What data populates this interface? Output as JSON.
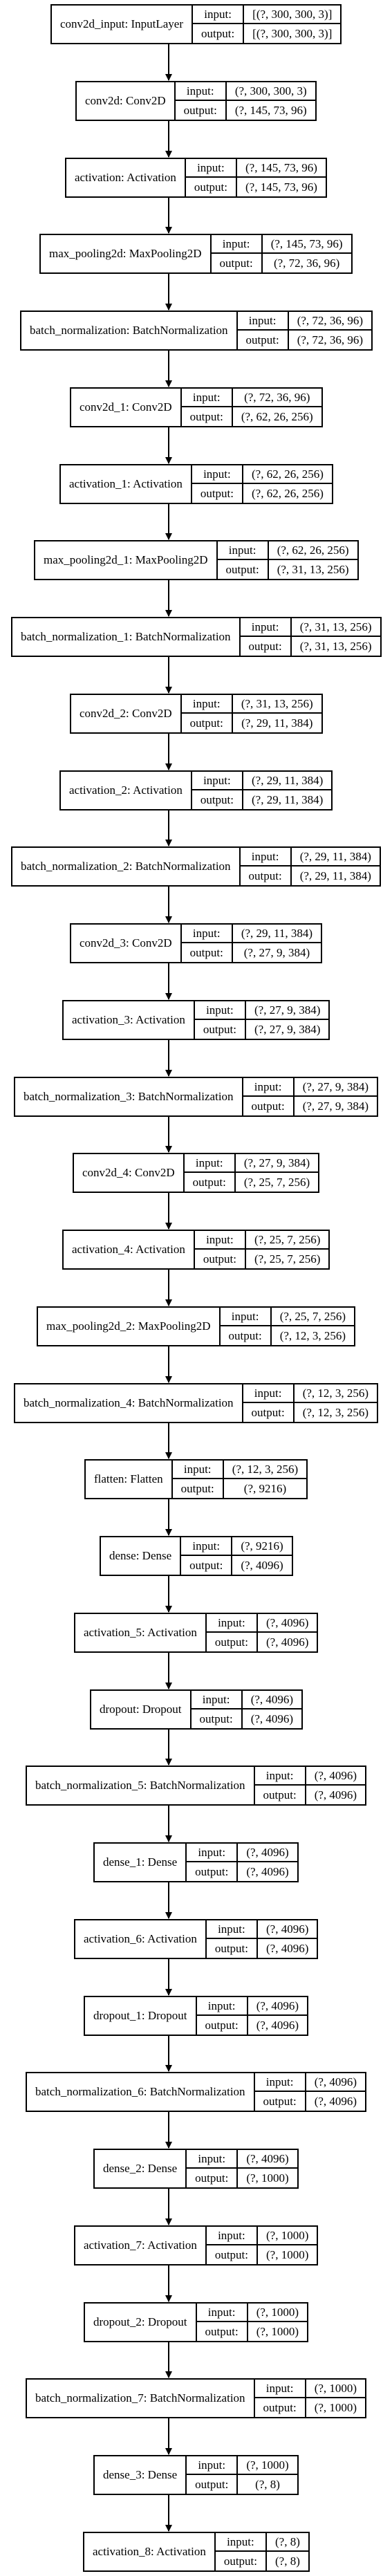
{
  "labels": {
    "input": "input:",
    "output": "output:"
  },
  "nodes": [
    {
      "name": "conv2d_input: InputLayer",
      "input": "[(?, 300, 300, 3)]",
      "output": "[(?, 300, 300, 3)]"
    },
    {
      "name": "conv2d: Conv2D",
      "input": "(?, 300, 300, 3)",
      "output": "(?, 145, 73, 96)"
    },
    {
      "name": "activation: Activation",
      "input": "(?, 145, 73, 96)",
      "output": "(?, 145, 73, 96)"
    },
    {
      "name": "max_pooling2d: MaxPooling2D",
      "input": "(?, 145, 73, 96)",
      "output": "(?, 72, 36, 96)"
    },
    {
      "name": "batch_normalization: BatchNormalization",
      "input": "(?, 72, 36, 96)",
      "output": "(?, 72, 36, 96)"
    },
    {
      "name": "conv2d_1: Conv2D",
      "input": "(?, 72, 36, 96)",
      "output": "(?, 62, 26, 256)"
    },
    {
      "name": "activation_1: Activation",
      "input": "(?, 62, 26, 256)",
      "output": "(?, 62, 26, 256)"
    },
    {
      "name": "max_pooling2d_1: MaxPooling2D",
      "input": "(?, 62, 26, 256)",
      "output": "(?, 31, 13, 256)"
    },
    {
      "name": "batch_normalization_1: BatchNormalization",
      "input": "(?, 31, 13, 256)",
      "output": "(?, 31, 13, 256)"
    },
    {
      "name": "conv2d_2: Conv2D",
      "input": "(?, 31, 13, 256)",
      "output": "(?, 29, 11, 384)"
    },
    {
      "name": "activation_2: Activation",
      "input": "(?, 29, 11, 384)",
      "output": "(?, 29, 11, 384)"
    },
    {
      "name": "batch_normalization_2: BatchNormalization",
      "input": "(?, 29, 11, 384)",
      "output": "(?, 29, 11, 384)"
    },
    {
      "name": "conv2d_3: Conv2D",
      "input": "(?, 29, 11, 384)",
      "output": "(?, 27, 9, 384)"
    },
    {
      "name": "activation_3: Activation",
      "input": "(?, 27, 9, 384)",
      "output": "(?, 27, 9, 384)"
    },
    {
      "name": "batch_normalization_3: BatchNormalization",
      "input": "(?, 27, 9, 384)",
      "output": "(?, 27, 9, 384)"
    },
    {
      "name": "conv2d_4: Conv2D",
      "input": "(?, 27, 9, 384)",
      "output": "(?, 25, 7, 256)"
    },
    {
      "name": "activation_4: Activation",
      "input": "(?, 25, 7, 256)",
      "output": "(?, 25, 7, 256)"
    },
    {
      "name": "max_pooling2d_2: MaxPooling2D",
      "input": "(?, 25, 7, 256)",
      "output": "(?, 12, 3, 256)"
    },
    {
      "name": "batch_normalization_4: BatchNormalization",
      "input": "(?, 12, 3, 256)",
      "output": "(?, 12, 3, 256)"
    },
    {
      "name": "flatten: Flatten",
      "input": "(?, 12, 3, 256)",
      "output": "(?, 9216)"
    },
    {
      "name": "dense: Dense",
      "input": "(?, 9216)",
      "output": "(?, 4096)"
    },
    {
      "name": "activation_5: Activation",
      "input": "(?, 4096)",
      "output": "(?, 4096)"
    },
    {
      "name": "dropout: Dropout",
      "input": "(?, 4096)",
      "output": "(?, 4096)"
    },
    {
      "name": "batch_normalization_5: BatchNormalization",
      "input": "(?, 4096)",
      "output": "(?, 4096)"
    },
    {
      "name": "dense_1: Dense",
      "input": "(?, 4096)",
      "output": "(?, 4096)"
    },
    {
      "name": "activation_6: Activation",
      "input": "(?, 4096)",
      "output": "(?, 4096)"
    },
    {
      "name": "dropout_1: Dropout",
      "input": "(?, 4096)",
      "output": "(?, 4096)"
    },
    {
      "name": "batch_normalization_6: BatchNormalization",
      "input": "(?, 4096)",
      "output": "(?, 4096)"
    },
    {
      "name": "dense_2: Dense",
      "input": "(?, 4096)",
      "output": "(?, 1000)"
    },
    {
      "name": "activation_7: Activation",
      "input": "(?, 1000)",
      "output": "(?, 1000)"
    },
    {
      "name": "dropout_2: Dropout",
      "input": "(?, 1000)",
      "output": "(?, 1000)"
    },
    {
      "name": "batch_normalization_7: BatchNormalization",
      "input": "(?, 1000)",
      "output": "(?, 1000)"
    },
    {
      "name": "dense_3: Dense",
      "input": "(?, 1000)",
      "output": "(?, 8)"
    },
    {
      "name": "activation_8: Activation",
      "input": "(?, 8)",
      "output": "(?, 8)"
    }
  ]
}
